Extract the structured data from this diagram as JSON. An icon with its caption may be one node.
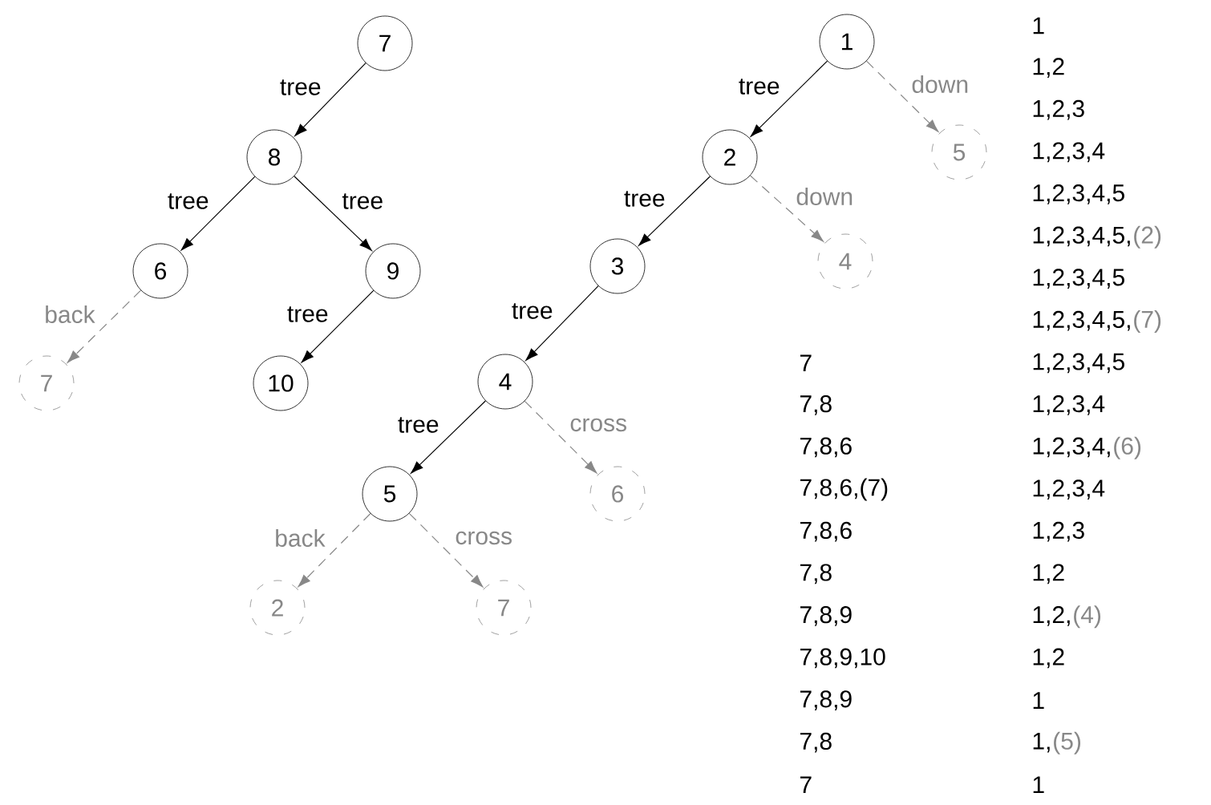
{
  "diagram": {
    "nodes": [
      {
        "text": [
          "7"
        ]
      },
      {
        "text": [
          "8"
        ]
      },
      {
        "text": [
          "6"
        ]
      },
      {
        "text": [
          "9"
        ]
      },
      {
        "text": [
          "7"
        ]
      },
      {
        "text": [
          "10"
        ]
      },
      {
        "text": [
          "1"
        ]
      },
      {
        "text": [
          "2"
        ]
      },
      {
        "text": [
          "5"
        ]
      },
      {
        "text": [
          "3"
        ]
      },
      {
        "text": [
          "4"
        ]
      },
      {
        "text": [
          "4"
        ]
      },
      {
        "text": [
          "6"
        ]
      },
      {
        "text": [
          "5"
        ]
      },
      {
        "text": [
          "2"
        ]
      },
      {
        "text": [
          "7"
        ]
      }
    ],
    "edges": [
      {
        "from": 0,
        "to": 1,
        "arrow": "to",
        "label": "tree"
      },
      {
        "from": 1,
        "to": 2,
        "arrow": "to",
        "label": "tree"
      },
      {
        "from": 1,
        "to": 3,
        "arrow": "to",
        "label": "tree"
      },
      {
        "from": 2,
        "to": 4,
        "arrow": "to",
        "label": "back",
        "style": "dashed",
        "color": "#888888"
      },
      {
        "from": 3,
        "to": 5,
        "arrow": "to",
        "label": "tree"
      },
      {
        "from": 6,
        "to": 7,
        "arrow": "to",
        "label": "tree"
      },
      {
        "from": 6,
        "to": 8,
        "arrow": "to",
        "label": "down",
        "style": "dashed",
        "color": "#888888"
      },
      {
        "from": 7,
        "to": 9,
        "arrow": "to",
        "label": "tree"
      },
      {
        "from": 7,
        "to": 10,
        "arrow": "to",
        "label": "down",
        "style": "dashed",
        "color": "#888888"
      },
      {
        "from": 9,
        "to": 11,
        "arrow": "to",
        "label": "tree"
      },
      {
        "from": 11,
        "to": 12,
        "arrow": "to",
        "label": "cross",
        "style": "dashed",
        "color": "#888888"
      },
      {
        "from": 11,
        "to": 13,
        "arrow": "to",
        "label": "tree"
      },
      {
        "from": 13,
        "to": 14,
        "arrow": "to",
        "label": "back",
        "style": "dashed",
        "color": "#888888"
      },
      {
        "from": 13,
        "to": 15,
        "arrow": "to",
        "label": "cross",
        "style": "dashed",
        "color": "#888888"
      }
    ],
    "labels": [
      "1",
      "1,2",
      "1,2,3",
      "1,2,3,4",
      "1,2,3,4,5",
      "1,2,3,4,5,",
      "(2)",
      "1,2,3,4,5",
      "1,2,3,4,5,",
      "(7)",
      "7",
      "1,2,3,4,5",
      "7,8",
      "1,2,3,4",
      "7,8,6",
      "1,2,3,4,",
      "(6)",
      "7,8,6,(7)",
      "1,2,3,4",
      "7,8,6",
      "1,2,3",
      "7,8",
      "1,2",
      "7,8,9",
      "1,2,",
      "(4)",
      "7,8,9,10",
      "1,2",
      "7,8,9",
      "1",
      "7,8",
      "1,",
      "(5)",
      "7",
      "1"
    ]
  }
}
